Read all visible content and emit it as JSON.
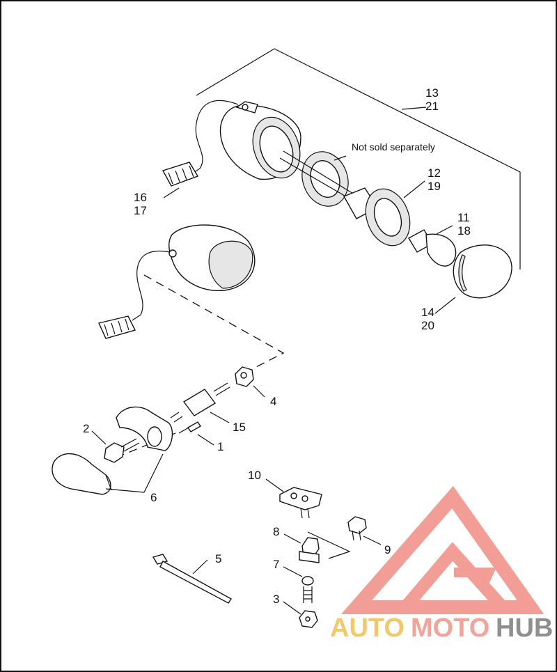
{
  "callouts": {
    "c13": "13",
    "c21": "21",
    "c16": "16",
    "c17": "17",
    "c12": "12",
    "c19": "19",
    "c11": "11",
    "c18": "18",
    "c14": "14",
    "c20": "20",
    "c4": "4",
    "c15": "15",
    "c2": "2",
    "c1": "1",
    "c6": "6",
    "c10": "10",
    "c8": "8",
    "c9": "9",
    "c7": "7",
    "c5": "5",
    "c3": "3"
  },
  "note": "Not sold separately",
  "watermark": {
    "part1": "AUTO",
    "part2": "MOTO",
    "part3": "HUB",
    "colors": {
      "auto": "#f2c96a",
      "moto": "#f2a49a",
      "hub": "#8f8f8f",
      "logo": "#f08c84"
    }
  }
}
